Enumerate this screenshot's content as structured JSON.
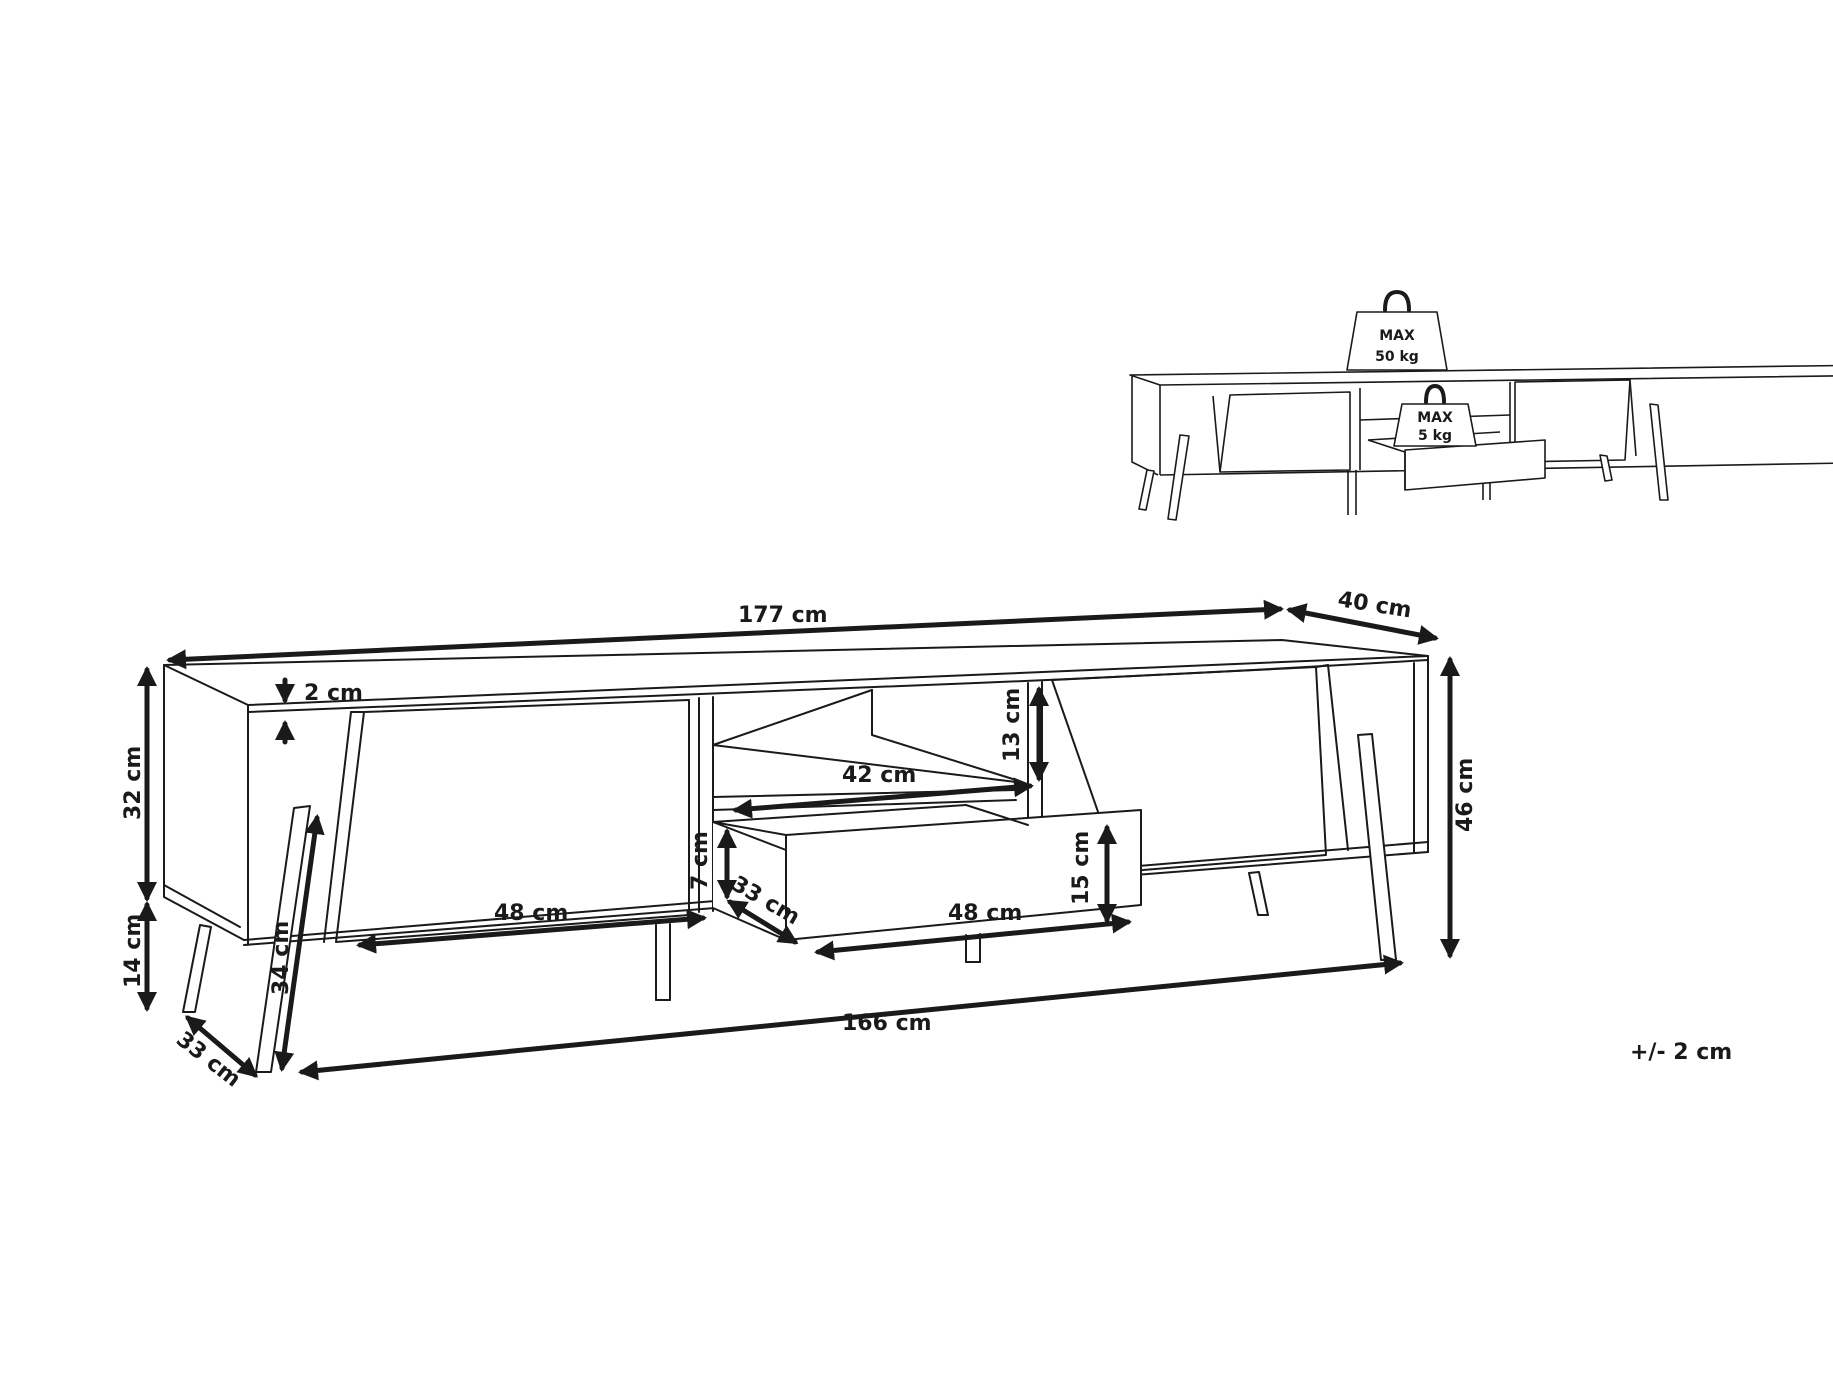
{
  "dimensions": {
    "total_width": "177 cm",
    "depth": "40 cm",
    "top_thickness": "2 cm",
    "body_height": "32 cm",
    "leg_height": "14 cm",
    "leg_depth": "33 cm",
    "leg_length": "34 cm",
    "base_width": "166 cm",
    "shelf_height": "13 cm",
    "shelf_width": "42 cm",
    "drawer_inner_height": "7 cm",
    "drawer_depth": "33 cm",
    "drawer_width": "48 cm",
    "drawer_front_height": "15 cm",
    "door_width": "48 cm",
    "total_height": "46 cm"
  },
  "load": {
    "top_max_label": "MAX",
    "top_max_value": "50 kg",
    "drawer_max_label": "MAX",
    "drawer_max_value": "5 kg"
  },
  "tolerance": "+/- 2 cm"
}
